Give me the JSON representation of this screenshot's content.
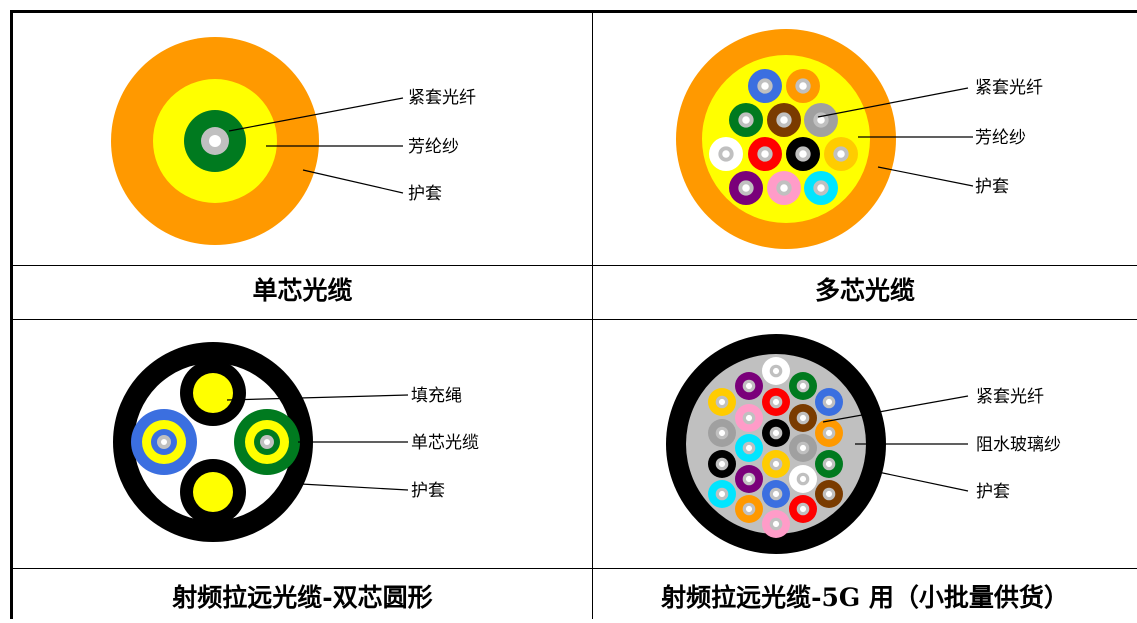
{
  "panels": [
    {
      "caption": "单芯光缆",
      "labels": [
        "紧套光纤",
        "芳纶纱",
        "护套"
      ]
    },
    {
      "caption": "多芯光缆",
      "labels": [
        "紧套光纤",
        "芳纶纱",
        "护套"
      ]
    },
    {
      "caption": "射频拉远光缆-双芯圆形",
      "labels": [
        "填充绳",
        "单芯光缆",
        "护套"
      ]
    },
    {
      "caption": "射频拉远光缆-5G 用（小批量供货）",
      "labels": [
        "紧套光纤",
        "阻水玻璃纱",
        "护套"
      ]
    }
  ],
  "colors": {
    "orange": "#ff9900",
    "yellow": "#ffff00",
    "green": "#007a1f",
    "grey": "#c0c0c0",
    "black": "#000000",
    "blue": "#3b6fe0"
  }
}
